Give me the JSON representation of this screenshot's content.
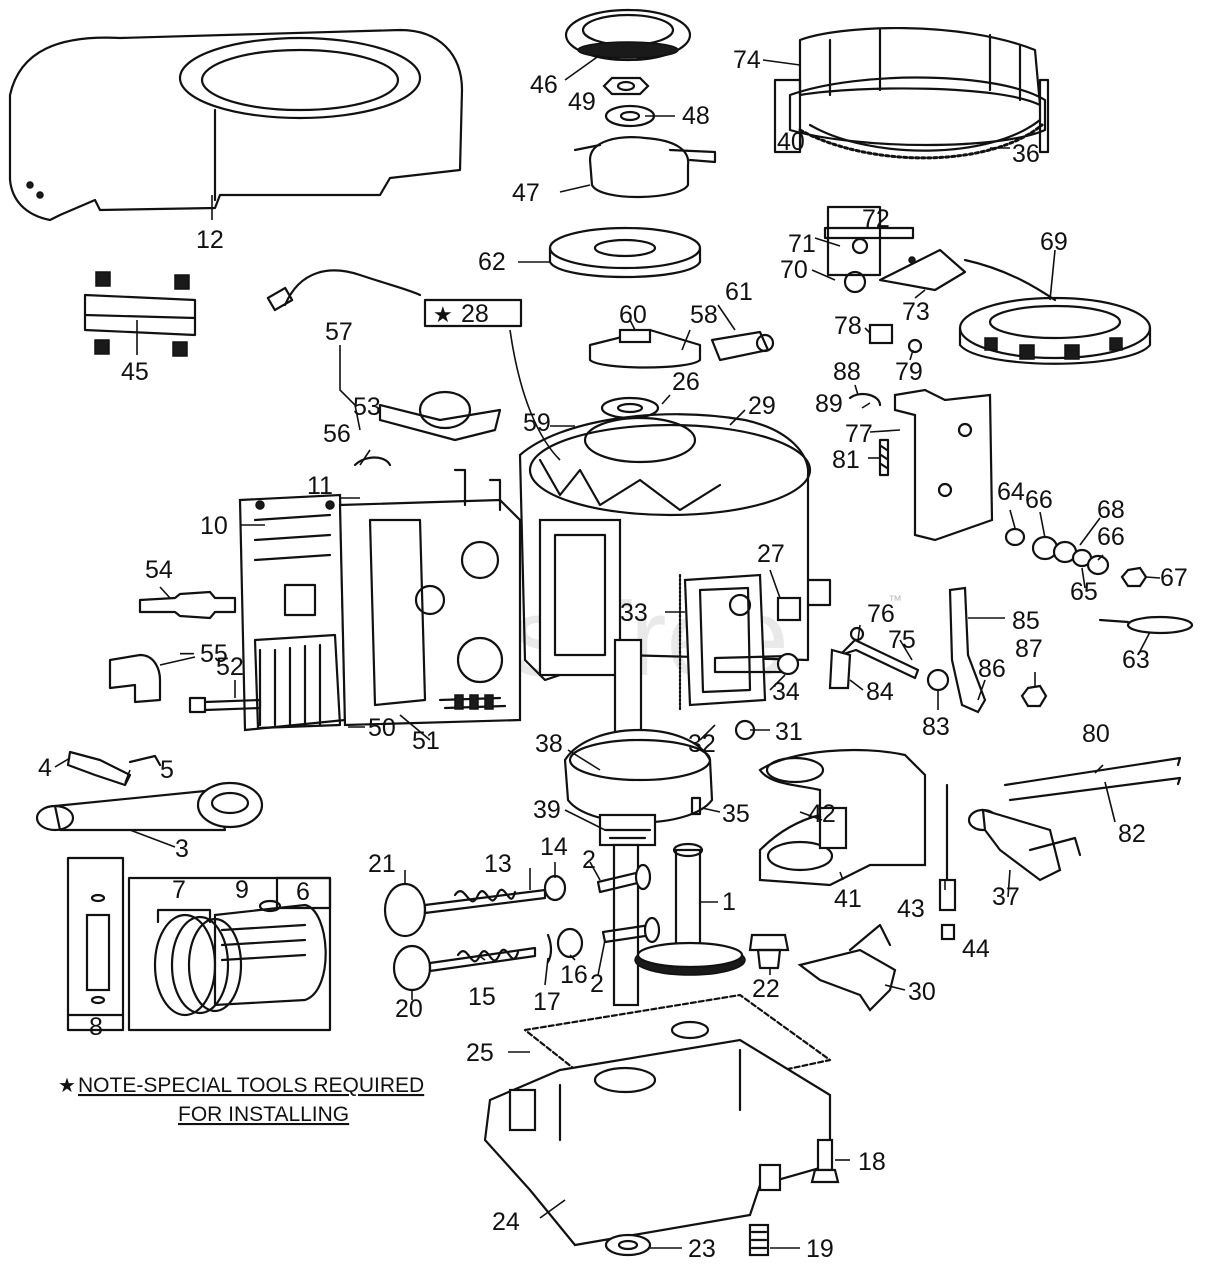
{
  "labels": {
    "p1": "1",
    "p2a": "2",
    "p2b": "2",
    "p3": "3",
    "p4": "4",
    "p5": "5",
    "p6": "6",
    "p7": "7",
    "p8": "8",
    "p9": "9",
    "p10": "10",
    "p11": "11",
    "p12": "12",
    "p13": "13",
    "p14": "14",
    "p15": "15",
    "p16": "16",
    "p17": "17",
    "p18": "18",
    "p19": "19",
    "p20": "20",
    "p21": "21",
    "p22": "22",
    "p23": "23",
    "p24": "24",
    "p25": "25",
    "p26": "26",
    "p27": "27",
    "p28": "28",
    "p29": "29",
    "p30": "30",
    "p31": "31",
    "p32": "32",
    "p33": "33",
    "p34": "34",
    "p35": "35",
    "p36": "36",
    "p37": "37",
    "p38": "38",
    "p39": "39",
    "p40": "40",
    "p41": "41",
    "p42": "42",
    "p43": "43",
    "p44": "44",
    "p45": "45",
    "p46": "46",
    "p47": "47",
    "p48": "48",
    "p49": "49",
    "p50": "50",
    "p51": "51",
    "p52": "52",
    "p53": "53",
    "p54": "54",
    "p55": "55",
    "p56": "56",
    "p57": "57",
    "p58": "58",
    "p59": "59",
    "p60": "60",
    "p61": "61",
    "p62": "62",
    "p63": "63",
    "p64": "64",
    "p65": "65",
    "p66a": "66",
    "p66b": "66",
    "p67": "67",
    "p68": "68",
    "p69": "69",
    "p70": "70",
    "p71": "71",
    "p72": "72",
    "p73": "73",
    "p74": "74",
    "p75": "75",
    "p76": "76",
    "p77": "77",
    "p78": "78",
    "p79": "79",
    "p80": "80",
    "p81": "81",
    "p82": "82",
    "p83": "83",
    "p84": "84",
    "p85": "85",
    "p86": "86",
    "p87": "87",
    "p88": "88",
    "p89": "89"
  },
  "note": {
    "line1": "NOTE-SPECIAL TOOLS REQUIRED",
    "line2": "FOR INSTALLING",
    "star": "★"
  },
  "watermark": "PartsTree",
  "watermark_tm": "™",
  "colors": {
    "ink": "#111111",
    "paper": "#ffffff",
    "watermark": "#d8d8d8"
  }
}
